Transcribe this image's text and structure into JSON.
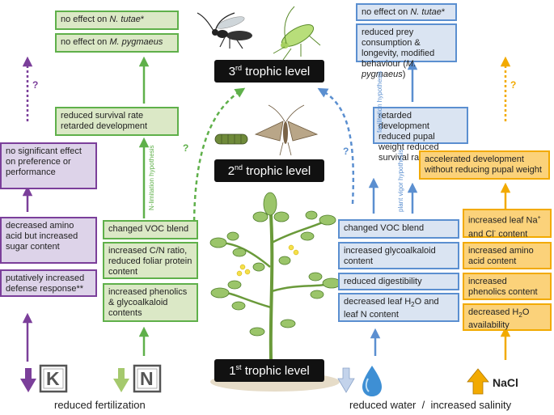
{
  "trophic_levels": {
    "level3": {
      "num": "3",
      "sup": "rd",
      "text": " trophic level"
    },
    "level2": {
      "num": "2",
      "sup": "nd",
      "text": " trophic level"
    },
    "level1": {
      "num": "1",
      "sup": "st",
      "text": " trophic level"
    }
  },
  "green_column": {
    "top1": {
      "prefix": "no effect on ",
      "species": "N. tutae",
      "suffix": "*"
    },
    "top2": {
      "prefix": "no effect on ",
      "species": "M. pygmaeus"
    },
    "mid": "reduced survival rate retarded development",
    "voc": "changed VOC blend",
    "cn": "increased C/N ratio, reduced foliar protein content",
    "phen": "increased phenolics & glycoalkaloid contents",
    "hypothesis": "N-limitation hypothesis"
  },
  "purple_column": {
    "top": "no significant effect on preference or performance",
    "amino": "decreased amino acid but increased sugar content",
    "defense": "putatively increased defense response**"
  },
  "blue_column": {
    "top1": {
      "prefix": "no effect on ",
      "species": "N. tutae",
      "suffix": "*"
    },
    "top2": {
      "text": "reduced prey consumption & longevity, modified behaviour (",
      "species": "M. pygmaeus",
      "suffix": ")"
    },
    "mid": "retarded development reduced pupal weight reduced survival rate",
    "voc": "changed VOC blend",
    "glyco": "increased glycoalkaloid content",
    "digest": "reduced digestibility",
    "water": {
      "a": "decreased leaf H",
      "sub": "2",
      "b": "O and leaf N content"
    },
    "hyp_facilitation": "facilitation hypothesis",
    "hyp_vigor": "plant vigor hypothesis"
  },
  "yellow_column": {
    "top": "accelerated development without reducing pupal weight",
    "na": {
      "a": "increased leaf Na",
      "sup1": "+",
      "b": " and Cl",
      "sup2": "-",
      "c": " content"
    },
    "amino": "increased amino acid content",
    "phen": "increased phenolics content",
    "h2o": {
      "a": "decreased H",
      "sub": "2",
      "b": "O availability"
    }
  },
  "symbols": {
    "k": "K",
    "n": "N",
    "nacl": "NaCl",
    "question": "?"
  },
  "captions": {
    "left": "reduced fertilization",
    "right": "reduced water  /  increased salinity"
  },
  "colors": {
    "green": "#5fb04a",
    "purple": "#7b3f9a",
    "blue": "#5b8fd0",
    "yellow": "#f2aa00"
  }
}
